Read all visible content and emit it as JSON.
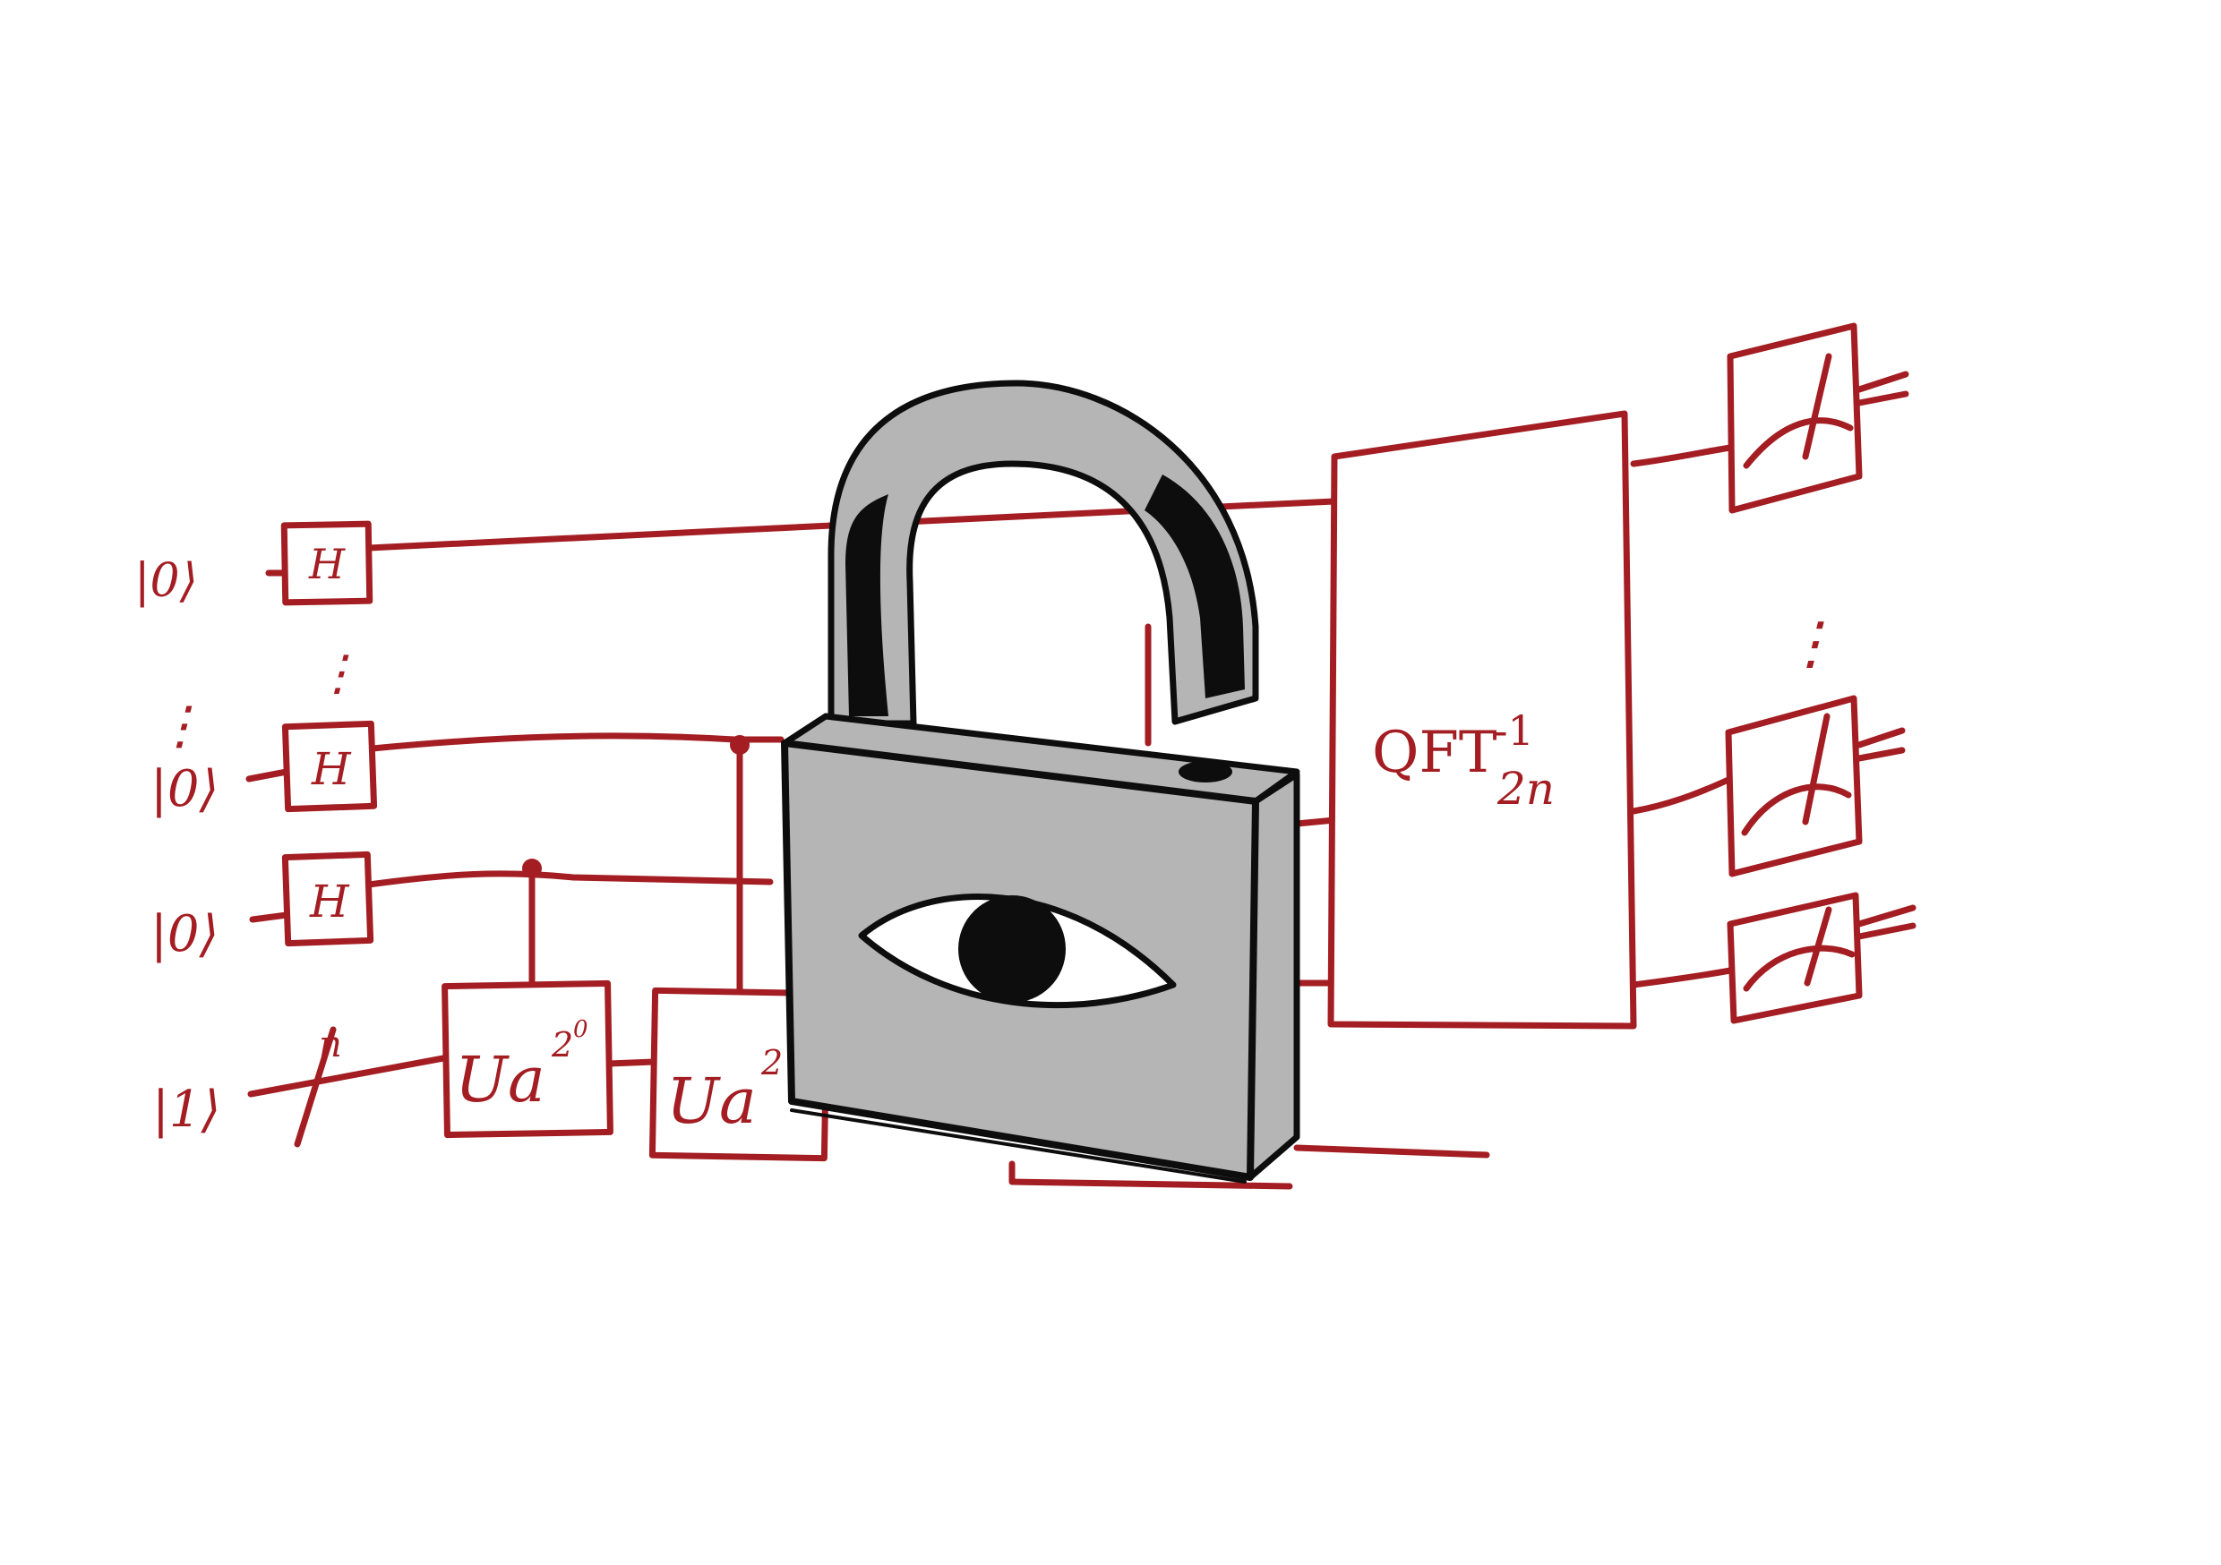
{
  "colors": {
    "ink_red": "#a31d22",
    "lock_grey": "#b4b5b4",
    "lock_dark": "#8e8f8e",
    "outline": "#0d0d0d",
    "background": "#ffffff"
  },
  "labels": {
    "ket_zero": "|0⟩",
    "ket_one": "|1⟩",
    "vertical_dots": "⋮",
    "hadamard": "H",
    "register_width": "n",
    "unitary_base": "Ua",
    "power_2": "2",
    "power_0": "0",
    "qft": "QFT",
    "qft_superscript": "-1",
    "qft_subscript": "2n"
  },
  "icons": [
    "padlock-icon",
    "eye-icon",
    "meter-icon"
  ]
}
